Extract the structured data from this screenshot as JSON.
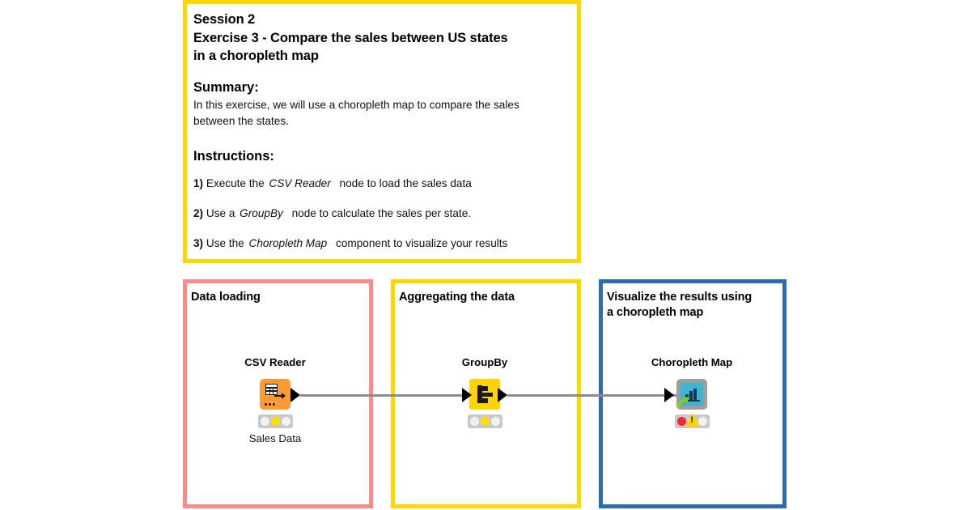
{
  "annotation": {
    "title_lines": [
      "Session 2",
      "Exercise 3 - Compare the sales between US states",
      "in a choropleth map"
    ],
    "summary_heading": "Summary:",
    "summary_lines": [
      "In this exercise, we will use a choropleth map to compare the sales",
      "between the states."
    ],
    "instructions_heading": "Instructions:",
    "instructions": [
      {
        "num": "1)",
        "pre": "Execute the",
        "node": "CSV Reader",
        "post": "node to load the sales data"
      },
      {
        "num": "2)",
        "pre": "Use a",
        "node": "GroupBy",
        "post": "node to calculate the sales per state."
      },
      {
        "num": "3)",
        "pre": "Use the",
        "node": "Choropleth Map",
        "post": "component to visualize your results"
      }
    ],
    "border_color": "#FFD700"
  },
  "groups": [
    {
      "id": "data-loading",
      "title": "Data loading",
      "border_color": "#FB8A8A"
    },
    {
      "id": "aggregating",
      "title": "Aggregating the data",
      "border_color": "#FFD700"
    },
    {
      "id": "visualize",
      "title": "Visualize the results using\na choropleth map",
      "title_line1": "Visualize the results using",
      "title_line2": "a choropleth map",
      "border_color": "#2E6BA8"
    }
  ],
  "nodes": [
    {
      "id": "csv-reader",
      "label": "CSV Reader",
      "sublabel": "Sales Data",
      "icon": "csv-reader-icon",
      "icon_color": "#FF9B35",
      "status": "configured",
      "lamps": [
        "off",
        "yellow",
        "off"
      ],
      "warning": false
    },
    {
      "id": "groupby",
      "label": "GroupBy",
      "sublabel": "",
      "icon": "groupby-icon",
      "icon_color": "#FFD400",
      "status": "configured",
      "lamps": [
        "off",
        "yellow",
        "off"
      ],
      "warning": false
    },
    {
      "id": "choropleth-map",
      "label": "Choropleth Map",
      "sublabel": "",
      "icon": "choropleth-map-icon",
      "icon_color": "#3FB5D6",
      "status": "error",
      "lamps": [
        "red",
        "off",
        "off"
      ],
      "warning": true
    }
  ],
  "connections": [
    {
      "from": "csv-reader",
      "to": "groupby"
    },
    {
      "from": "groupby",
      "to": "choropleth-map"
    }
  ],
  "canvas": {
    "background": "#ffffff",
    "wire_color": "#8c8c8c"
  }
}
